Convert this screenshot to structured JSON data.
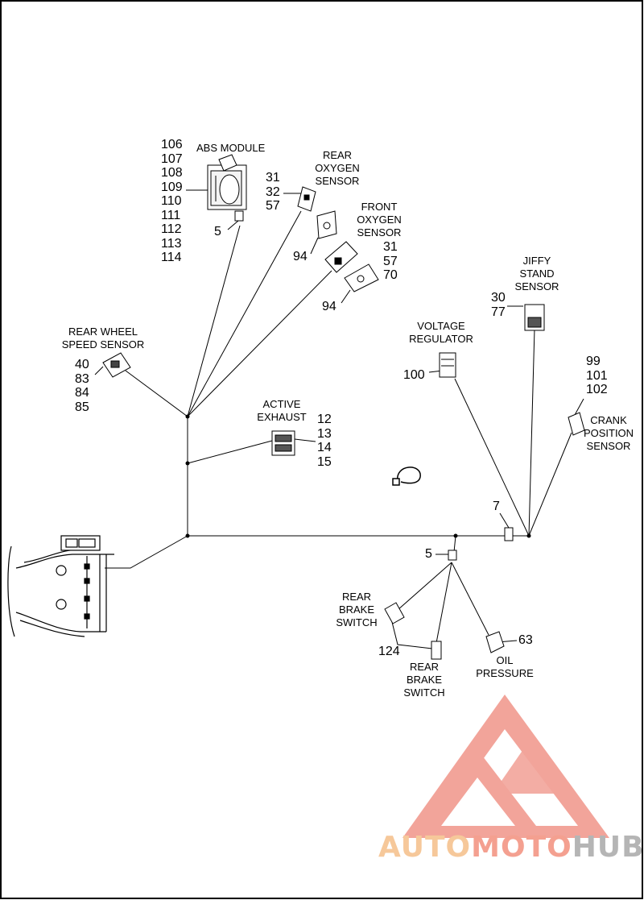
{
  "labels": {
    "abs_module": "ABS MODULE",
    "rear_oxygen_sensor": [
      "REAR",
      "OXYGEN",
      "SENSOR"
    ],
    "front_oxygen_sensor": [
      "FRONT",
      "OXYGEN",
      "SENSOR"
    ],
    "jiffy_stand_sensor": [
      "JIFFY",
      "STAND",
      "SENSOR"
    ],
    "voltage_regulator": [
      "VOLTAGE",
      "REGULATOR"
    ],
    "rear_wheel_speed_sensor": [
      "REAR WHEEL",
      "SPEED SENSOR"
    ],
    "active_exhaust": [
      "ACTIVE",
      "EXHAUST"
    ],
    "crank_position_sensor": [
      "CRANK",
      "POSITION",
      "SENSOR"
    ],
    "rear_brake_switch_upper": [
      "REAR",
      "BRAKE",
      "SWITCH"
    ],
    "rear_brake_switch_lower": [
      "REAR",
      "BRAKE",
      "SWITCH"
    ],
    "oil_pressure": [
      "OIL",
      "PRESSURE"
    ]
  },
  "callouts": {
    "abs_module": [
      "106",
      "107",
      "108",
      "109",
      "110",
      "111",
      "112",
      "113",
      "114"
    ],
    "abs_ground": "5",
    "rear_oxygen": [
      "31",
      "32",
      "57"
    ],
    "rear_oxygen_94": "94",
    "front_oxygen": [
      "31",
      "57",
      "70"
    ],
    "front_oxygen_94": "94",
    "jiffy_stand": [
      "30",
      "77"
    ],
    "voltage_regulator": "100",
    "rear_wheel_speed": [
      "40",
      "83",
      "84",
      "85"
    ],
    "active_exhaust": [
      "12",
      "13",
      "14",
      "15"
    ],
    "crank_position": [
      "99",
      "101",
      "102"
    ],
    "junction_7": "7",
    "junction_5": "5",
    "brake_jumper": "124",
    "oil_pressure": "63"
  },
  "watermark": {
    "part1": "AUTO",
    "part2": "MOTO",
    "part3": "HUB",
    "color_orange": "#f6c89a",
    "color_red": "#f4a090",
    "color_gray": "#b5b5b5"
  }
}
